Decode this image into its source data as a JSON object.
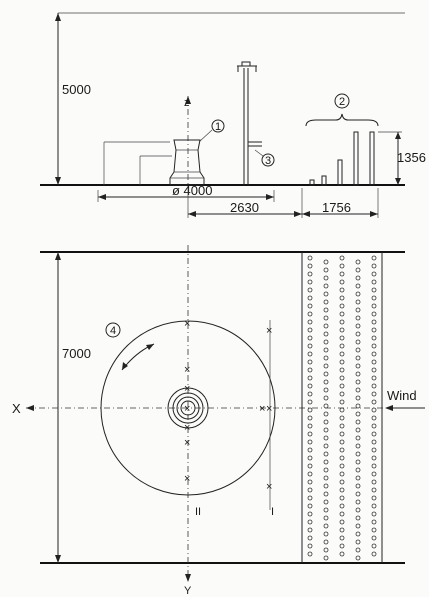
{
  "dimensions": {
    "height": "5000",
    "diameter": "ø 4000",
    "distance": "2630",
    "sprinkler_width": "1756",
    "tower_height": "1356",
    "field_length": "7000"
  },
  "callouts": {
    "one": "1",
    "two": "2",
    "three": "3",
    "four": "4"
  },
  "axes": {
    "z": "z",
    "x": "X",
    "y": "Y"
  },
  "labels": {
    "wind": "Wind",
    "section_one": "I",
    "section_two": "II"
  }
}
